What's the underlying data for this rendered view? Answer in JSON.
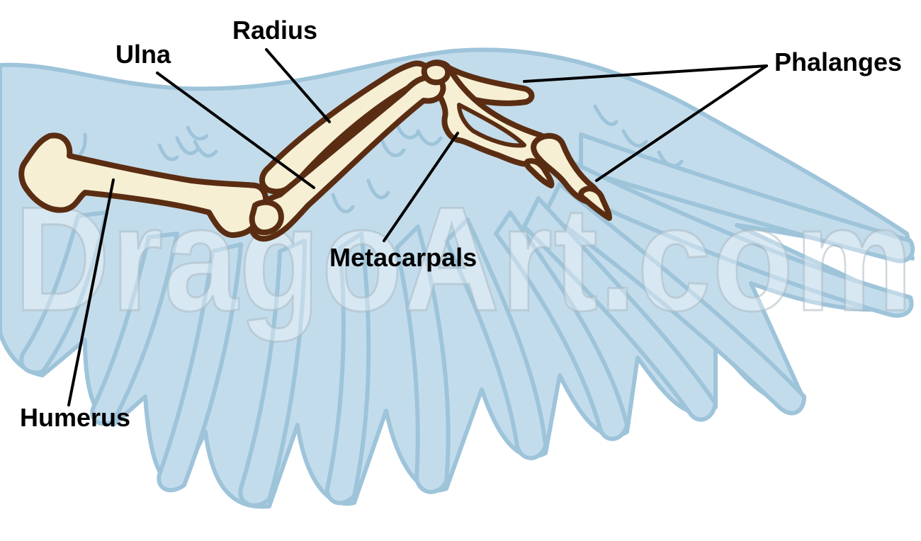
{
  "diagram": {
    "labels": {
      "radius": "Radius",
      "ulna": "Ulna",
      "phalanges": "Phalanges",
      "metacarpals": "Metacarpals",
      "humerus": "Humerus"
    },
    "watermark": "DragoArt.com"
  },
  "colors": {
    "wing_fill": "#c3dcec",
    "wing_outline": "#9ec4da",
    "bone_fill": "#f6efd4",
    "bone_outline": "#5a2d12",
    "label_text": "#000000"
  }
}
